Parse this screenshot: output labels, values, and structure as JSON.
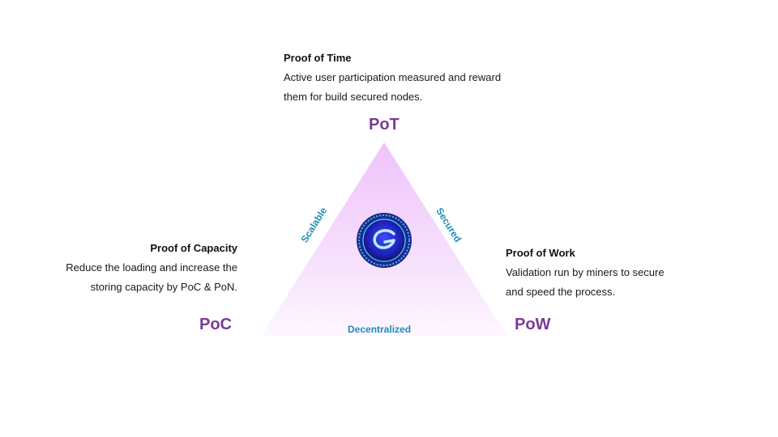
{
  "top": {
    "heading": "Proof of Time",
    "line1": "Active user participation measured and reward",
    "line2": "them for build secured nodes.",
    "vertex": "PoT"
  },
  "left": {
    "heading": "Proof of Capacity",
    "line1": "Reduce the loading and increase the",
    "line2": "storing capacity by PoC & PoN.",
    "vertex": "PoC"
  },
  "right": {
    "heading": "Proof of Work",
    "line1": "Validation run by miners to secure",
    "line2": "and speed the process.",
    "vertex": "PoW"
  },
  "edges": {
    "left": "Scalable",
    "right": "Secured",
    "bottom": "Decentralized"
  },
  "center": {
    "icon": "coin-logo-icon"
  },
  "colors": {
    "vertex": "#7b3a96",
    "edge": "#1a8fb5",
    "triangle_top": "#efc6fb",
    "triangle_bottom": "#fbf2fd"
  }
}
